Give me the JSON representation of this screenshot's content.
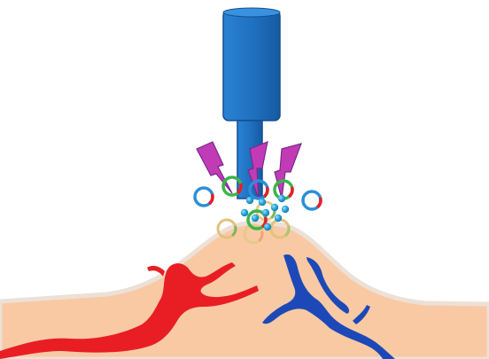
{
  "diagram": {
    "colors": {
      "background": "#ffffff",
      "skin": "#f9c9a4",
      "skin_edge": "#f3e6dc",
      "probe": "#1f6fbf",
      "probe_dark": "#134f8f",
      "lightning": "#c23bb6",
      "lightning_edge": "#7a2a88",
      "artery": "#e81e24",
      "vein": "#1d49b8",
      "bead": "#2aa7de"
    },
    "icons": [
      "ultrasound-probe-icon",
      "lightning-bolt-icon",
      "plasmid-ring-icon",
      "microbubble-icon",
      "artery-icon",
      "vein-icon"
    ],
    "rings": [
      {
        "name": "ring-1",
        "main": "#2b8fd6",
        "accent": "#e81e24"
      },
      {
        "name": "ring-2",
        "main": "#3bb54a",
        "accent": "#e81e24"
      },
      {
        "name": "ring-3",
        "main": "#2b8fd6",
        "accent": "#e81e24"
      },
      {
        "name": "ring-4",
        "main": "#3bb54a",
        "accent": "#e81e24"
      },
      {
        "name": "ring-5",
        "main": "#2b8fd6",
        "accent": "#e81e24"
      },
      {
        "name": "ring-6",
        "main": "#3bb54a",
        "accent": "#e81e24"
      }
    ],
    "faded_rings": [
      {
        "name": "faded-ring-1",
        "main": "#e2c27a",
        "accent": "#7fb65a"
      },
      {
        "name": "faded-ring-2",
        "main": "#e6c98b",
        "accent": "#f0a47a"
      },
      {
        "name": "faded-ring-3",
        "main": "#e2c27a",
        "accent": "#a8c86a"
      },
      {
        "name": "faded-ring-4",
        "main": "#e6c98b",
        "accent": "#7fb65a"
      }
    ]
  }
}
